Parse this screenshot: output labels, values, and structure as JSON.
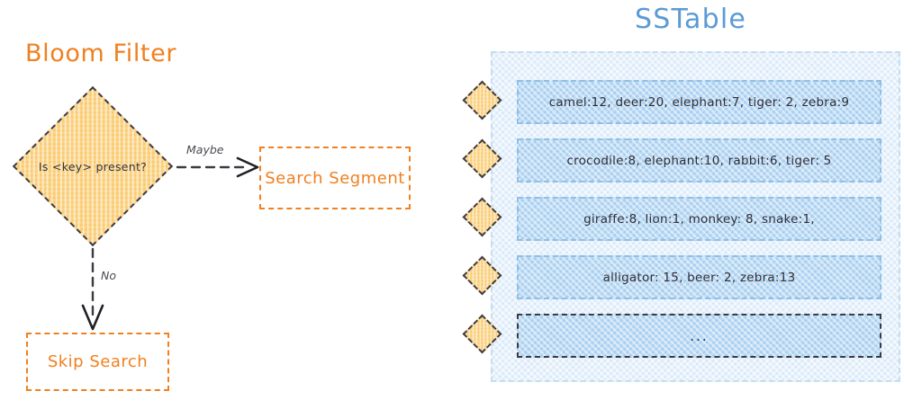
{
  "diagram": {
    "bloom_filter": {
      "title": "Bloom Filter",
      "decision": {
        "label": "Is <key> present?",
        "shape": "diamond",
        "fill_color": "#fbd388",
        "border_color": "#3b3b44"
      },
      "edges": [
        {
          "label": "Maybe",
          "from": "decision",
          "to": "search-segment",
          "direction": "right"
        },
        {
          "label": "No",
          "from": "decision",
          "to": "skip-search",
          "direction": "down"
        }
      ],
      "outcomes": [
        {
          "id": "search-segment",
          "label": "Search Segment",
          "color": "#f08020"
        },
        {
          "id": "skip-search",
          "label": "Skip Search",
          "color": "#f08020"
        }
      ]
    },
    "sstable": {
      "title": "SSTable",
      "title_color": "#5b9bd5",
      "container_fill": "#eaf3fc",
      "segment_fill": "#bfdcf5",
      "key_marker_fill": "#fbd388",
      "segments": [
        {
          "key_marker": true,
          "content": "camel:12, deer:20, elephant:7, tiger: 2, zebra:9",
          "border": "light"
        },
        {
          "key_marker": true,
          "content": "crocodile:8, elephant:10, rabbit:6, tiger: 5",
          "border": "light"
        },
        {
          "key_marker": true,
          "content": "giraffe:8, lion:1, monkey: 8, snake:1,",
          "border": "light"
        },
        {
          "key_marker": true,
          "content": "alligator: 15, beer: 2, zebra:13",
          "border": "light"
        },
        {
          "key_marker": true,
          "content": "...",
          "border": "dark"
        }
      ]
    }
  }
}
